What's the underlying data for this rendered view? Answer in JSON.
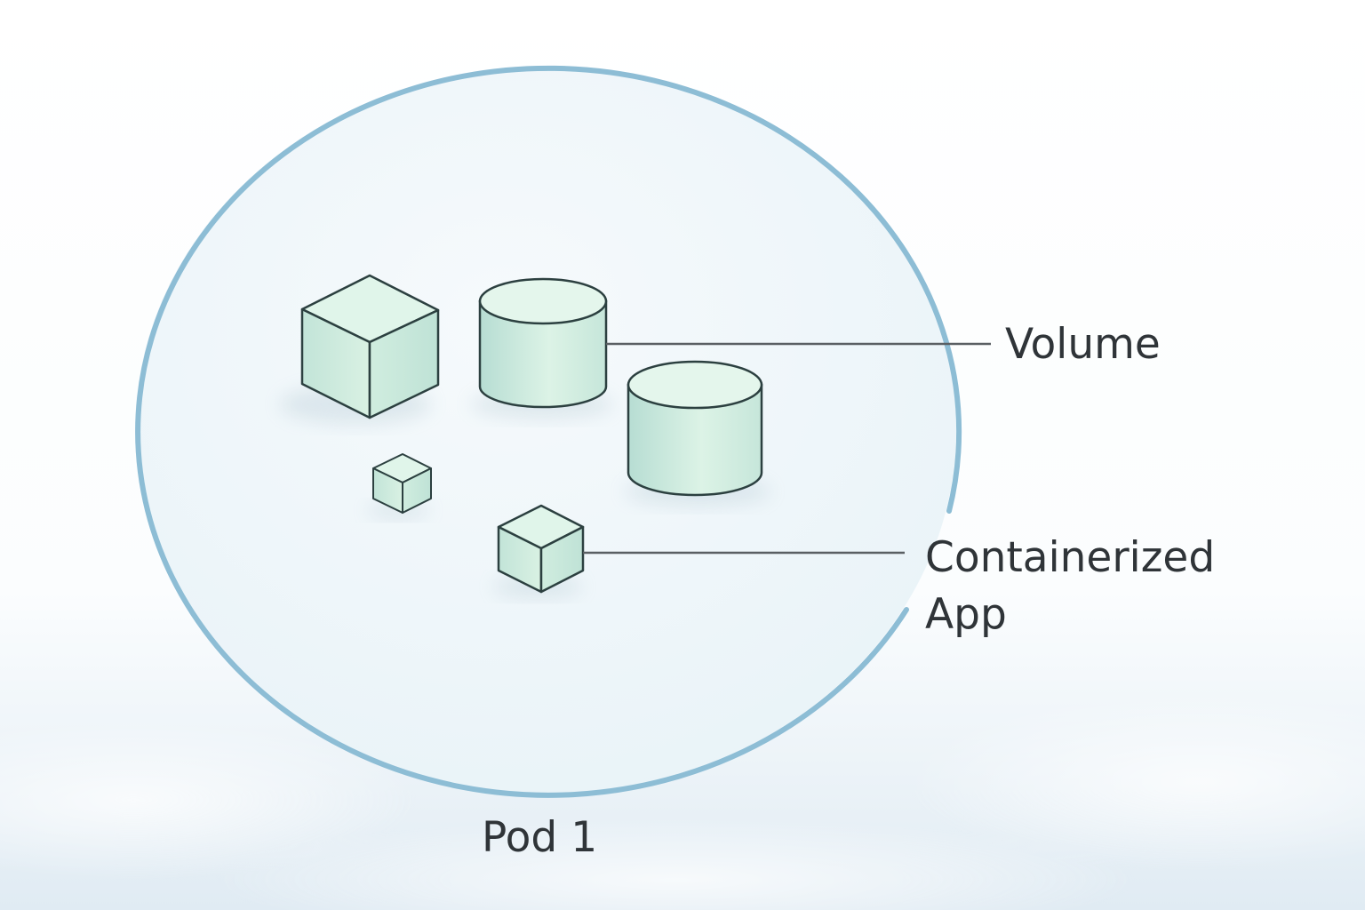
{
  "labels": {
    "volume": "Volume",
    "app_line1": "Containerized",
    "app_line2": "App",
    "pod": "Pod 1"
  },
  "colors": {
    "background_top": "#ffffff",
    "background_bottom": "#e3edf5",
    "pod_fill": "#eef6fa",
    "pod_outline": "#8dbdd5",
    "shape_fill_light": "#e2f5e9",
    "shape_fill_mid": "#c8e9da",
    "shape_fill_dark": "#b4dbd0",
    "shape_outline": "#2c4040",
    "connector": "#5a5f63",
    "text": "#2f3438"
  },
  "icons": {
    "containers": [
      "large-container-cube-icon",
      "small-container-cube-icon",
      "containerized-app-cube-icon"
    ],
    "volumes": [
      "volume-cylinder-icon-1",
      "volume-cylinder-icon-2"
    ]
  }
}
